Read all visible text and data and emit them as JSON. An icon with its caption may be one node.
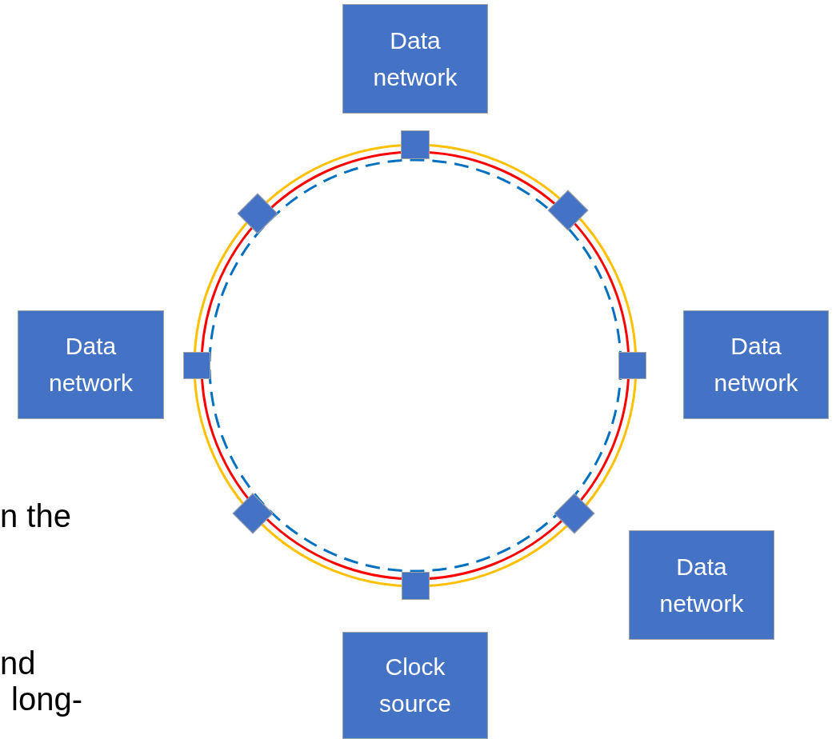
{
  "diagram": {
    "nodes": [
      {
        "text": [
          "Data network"
        ]
      },
      {
        "text": [],
        "shape": "box"
      },
      {
        "text": [],
        "shape": "diamond"
      },
      {
        "text": [],
        "shape": "diamond"
      },
      {
        "text": [
          "Data network"
        ]
      },
      {
        "text": [],
        "shape": "box"
      },
      {
        "text": [],
        "shape": "box"
      },
      {
        "text": [
          "Data network"
        ]
      },
      {
        "text": [],
        "shape": "diamond"
      },
      {
        "text": [],
        "shape": "diamond"
      },
      {
        "text": [
          "Data network"
        ]
      },
      {
        "text": [],
        "shape": "box"
      },
      {
        "text": [
          "Clock source"
        ]
      }
    ],
    "labels": [
      "n the",
      "nd",
      "long-"
    ]
  }
}
